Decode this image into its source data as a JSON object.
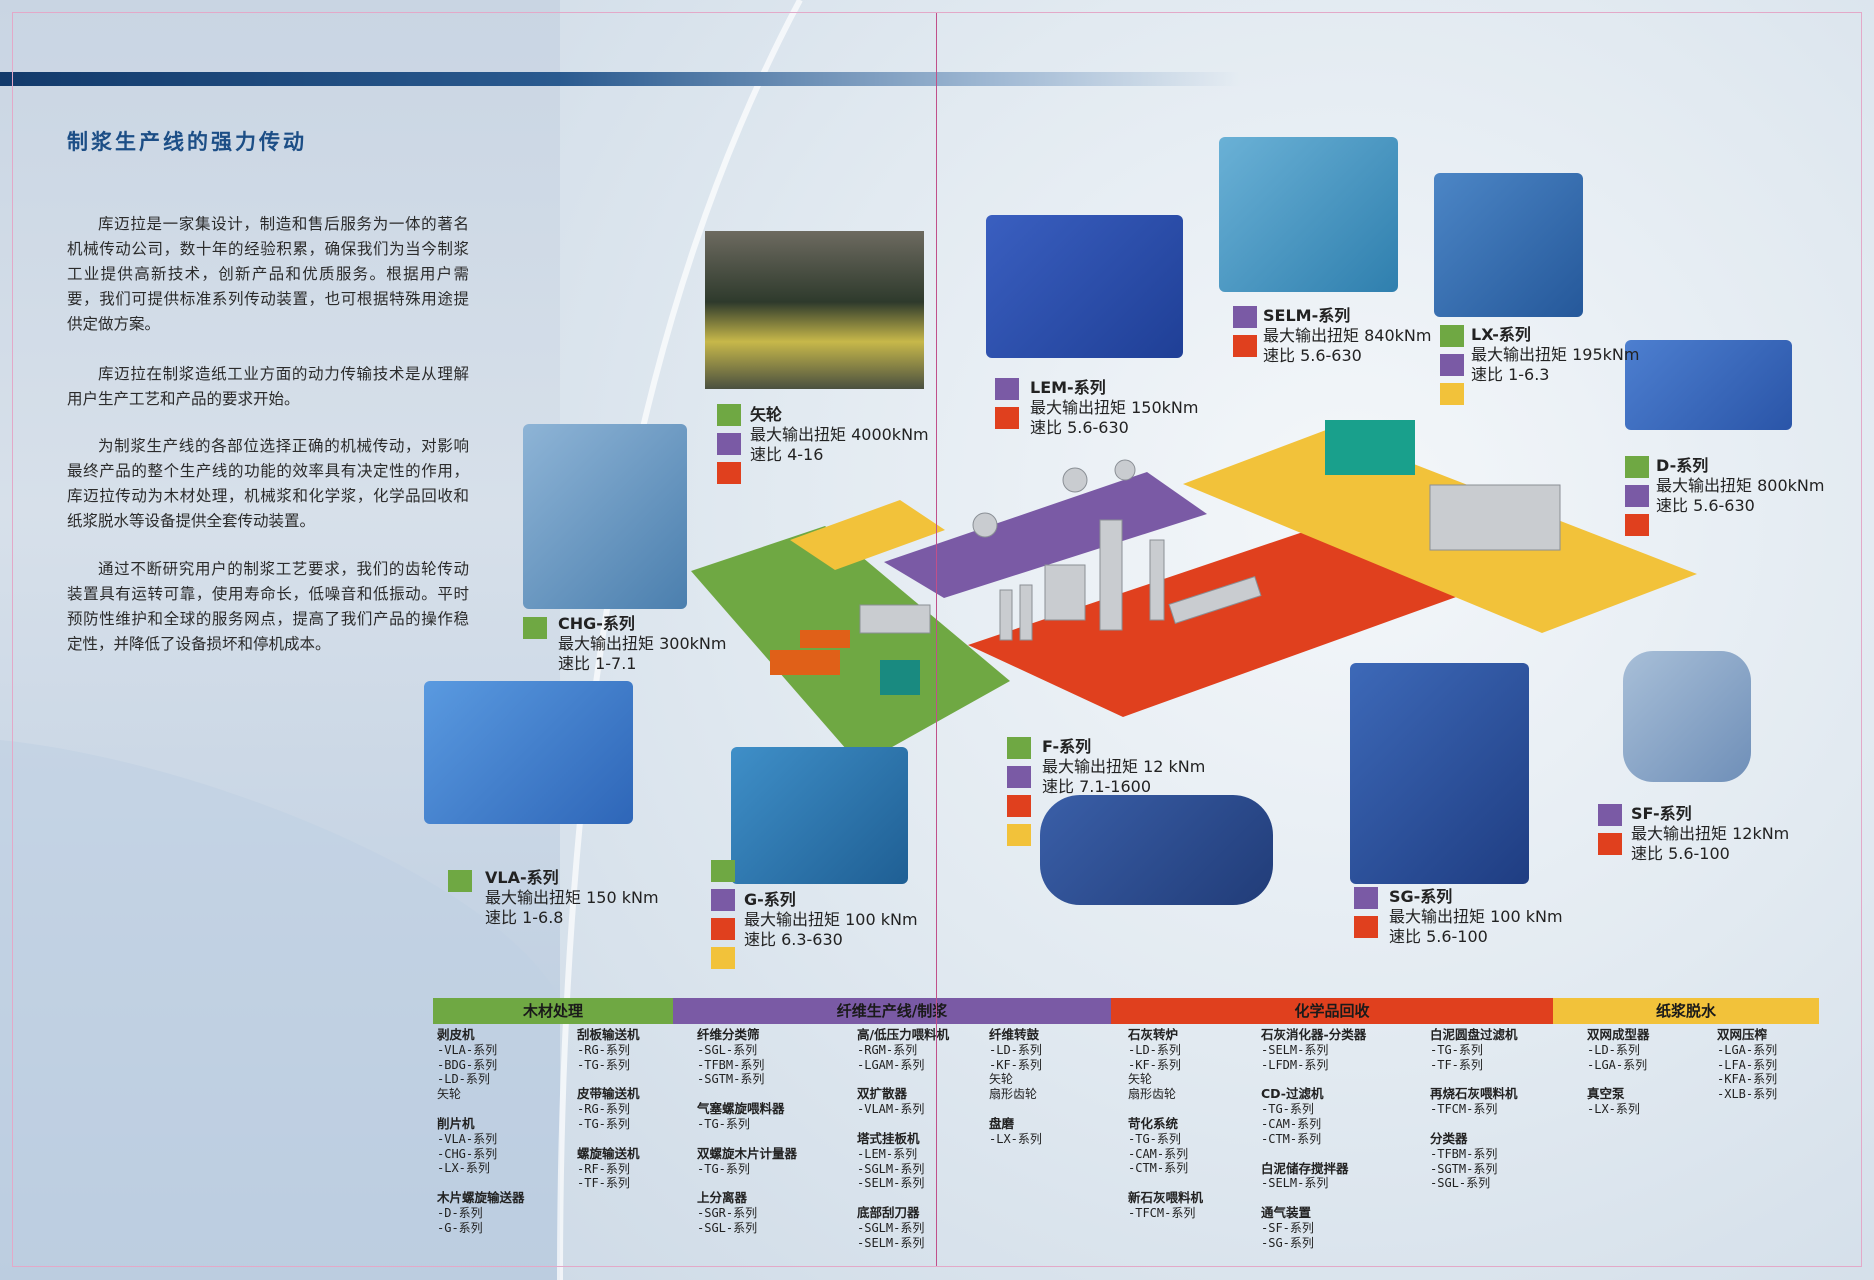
{
  "heading": "制浆生产线的强力传动",
  "paragraphs": [
    "库迈拉是一家集设计，制造和售后服务为一体的著名机械传动公司，数十年的经验积累，确保我们为当今制浆工业提供高新技术，创新产品和优质服务。根据用户需要，我们可提供标准系列传动装置，也可根据特殊用途提供定做方案。",
    "库迈拉在制浆造纸工业方面的动力传输技术是从理解用户生产工艺和产品的要求开始。",
    "为制浆生产线的各部位选择正确的机械传动，对影响最终产品的整个生产线的功能的效率具有决定性的作用，库迈拉传动为木材处理，机械浆和化学浆，化学品回收和纸浆脱水等设备提供全套传动装置。",
    "通过不断研究用户的制浆工艺要求，我们的齿轮传动装置具有运转可靠，使用寿命长，低噪音和低振动。平时预防性维护和全球的服务网点，提高了我们产品的操作稳定性，并降低了设备损坏和停机成本。"
  ],
  "colors": {
    "green": "#6fa843",
    "purple": "#7a5aa5",
    "red": "#e0401e",
    "yellow": "#f2c23a",
    "machine_blue": "#3f78b8",
    "heading": "#1c4e86"
  },
  "products": [
    {
      "id": "shilun",
      "name": "矢轮",
      "torque": "最大输出扭矩  4000kNm",
      "ratio": "速比  4-16",
      "swatches": [
        "green",
        "purple",
        "red"
      ]
    },
    {
      "id": "lem",
      "name": "LEM-系列",
      "torque": "最大输出扭矩  150kNm",
      "ratio": "速比  5.6-630",
      "swatches": [
        "purple",
        "red"
      ]
    },
    {
      "id": "selm",
      "name": "SELM-系列",
      "torque": "最大输出扭矩  840kNm",
      "ratio": "速比  5.6-630",
      "swatches": [
        "purple",
        "red"
      ]
    },
    {
      "id": "lx",
      "name": "LX-系列",
      "torque": "最大输出扭矩  195kNm",
      "ratio": "速比  1-6.3",
      "swatches": [
        "green",
        "purple",
        "yellow"
      ]
    },
    {
      "id": "d",
      "name": "D-系列",
      "torque": "最大输出扭矩 800kNm",
      "ratio": "速比  5.6-630",
      "swatches": [
        "green",
        "purple",
        "red"
      ]
    },
    {
      "id": "chg",
      "name": "CHG-系列",
      "torque": "最大输出扭矩  300kNm",
      "ratio": "速比  1-7.1",
      "swatches": [
        "green"
      ]
    },
    {
      "id": "vla",
      "name": "VLA-系列",
      "torque": "最大输出扭矩  150 kNm",
      "ratio": "速比  1-6.8",
      "swatches": [
        "green"
      ]
    },
    {
      "id": "g",
      "name": "G-系列",
      "torque": "最大输出扭矩  100 kNm",
      "ratio": "速比  6.3-630",
      "swatches": [
        "green",
        "purple",
        "red",
        "yellow"
      ]
    },
    {
      "id": "f",
      "name": "F-系列",
      "torque": "最大输出扭矩  12 kNm",
      "ratio": "速比  7.1-1600",
      "swatches": [
        "green",
        "purple",
        "red",
        "yellow"
      ]
    },
    {
      "id": "sg",
      "name": "SG-系列",
      "torque": "最大输出扭矩  100 kNm",
      "ratio": "速比  5.6-100",
      "swatches": [
        "purple",
        "red"
      ]
    },
    {
      "id": "sf",
      "name": "SF-系列",
      "torque": "最大输出扭矩  12kNm",
      "ratio": "速比  5.6-100",
      "swatches": [
        "purple",
        "red"
      ]
    }
  ],
  "table": {
    "categories": [
      {
        "label": "木材处理",
        "color": "green"
      },
      {
        "label": "纤维生产线/制浆",
        "color": "purple"
      },
      {
        "label": "化学品回收",
        "color": "red"
      },
      {
        "label": "纸浆脱水",
        "color": "yellow"
      }
    ],
    "columns": [
      [
        {
          "title": "剥皮机",
          "items": [
            "-VLA-系列",
            "-BDG-系列",
            "-LD-系列",
            "矢轮"
          ]
        },
        {
          "title": "削片机",
          "items": [
            "-VLA-系列",
            "-CHG-系列",
            "-LX-系列"
          ]
        },
        {
          "title": "木片螺旋输送器",
          "items": [
            "-D-系列",
            "-G-系列"
          ]
        }
      ],
      [
        {
          "title": "刮板输送机",
          "items": [
            "-RG-系列",
            "-TG-系列"
          ]
        },
        {
          "title": "皮带输送机",
          "items": [
            "-RG-系列",
            "-TG-系列"
          ]
        },
        {
          "title": "螺旋输送机",
          "items": [
            "-RF-系列",
            "-TF-系列"
          ]
        }
      ],
      [
        {
          "title": "纤维分类筛",
          "items": [
            "-SGL-系列",
            "-TFBM-系列",
            "-SGTM-系列"
          ]
        },
        {
          "title": "气塞螺旋喂料器",
          "items": [
            "-TG-系列"
          ]
        },
        {
          "title": "双螺旋木片计量器",
          "items": [
            "-TG-系列"
          ]
        },
        {
          "title": "上分离器",
          "items": [
            "-SGR-系列",
            "-SGL-系列"
          ]
        }
      ],
      [
        {
          "title": "高/低压力喂料机",
          "items": [
            "-RGM-系列",
            "-LGAM-系列"
          ]
        },
        {
          "title": "双扩散器",
          "items": [
            "-VLAM-系列"
          ]
        },
        {
          "title": "塔式挂板机",
          "items": [
            "-LEM-系列",
            "-SGLM-系列",
            "-SELM-系列"
          ]
        },
        {
          "title": "底部刮刀器",
          "items": [
            "-SGLM-系列",
            "-SELM-系列"
          ]
        }
      ],
      [
        {
          "title": "纤维转鼓",
          "items": [
            "-LD-系列",
            "-KF-系列",
            "矢轮",
            "扇形齿轮"
          ]
        },
        {
          "title": "盘磨",
          "items": [
            "-LX-系列"
          ]
        }
      ],
      [
        {
          "title": "石灰转炉",
          "items": [
            "-LD-系列",
            "-KF-系列",
            "矢轮",
            "扇形齿轮"
          ]
        },
        {
          "title": "苛化系统",
          "items": [
            "-TG-系列",
            "-CAM-系列",
            "-CTM-系列"
          ]
        },
        {
          "title": "新石灰喂料机",
          "items": [
            "-TFCM-系列"
          ]
        }
      ],
      [
        {
          "title": "石灰消化器-分类器",
          "items": [
            "-SELM-系列",
            "-LFDM-系列"
          ]
        },
        {
          "title": "CD-过滤机",
          "items": [
            "-TG-系列",
            "-CAM-系列",
            "-CTM-系列"
          ]
        },
        {
          "title": "白泥储存搅拌器",
          "items": [
            "-SELM-系列"
          ]
        },
        {
          "title": "通气装置",
          "items": [
            "-SF-系列",
            "-SG-系列"
          ]
        }
      ],
      [
        {
          "title": "白泥圆盘过滤机",
          "items": [
            "-TG-系列",
            "-TF-系列"
          ]
        },
        {
          "title": "再烧石灰喂料机",
          "items": [
            "-TFCM-系列"
          ]
        },
        {
          "title": "分类器",
          "items": [
            "-TFBM-系列",
            "-SGTM-系列",
            "-SGL-系列"
          ]
        }
      ],
      [
        {
          "title": "双网成型器",
          "items": [
            "-LD-系列",
            "-LGA-系列"
          ]
        },
        {
          "title": "真空泵",
          "items": [
            "-LX-系列"
          ]
        }
      ],
      [
        {
          "title": "双网压榨",
          "items": [
            "-LGA-系列",
            "-LFA-系列",
            "-KFA-系列",
            "-XLB-系列"
          ]
        }
      ]
    ]
  }
}
